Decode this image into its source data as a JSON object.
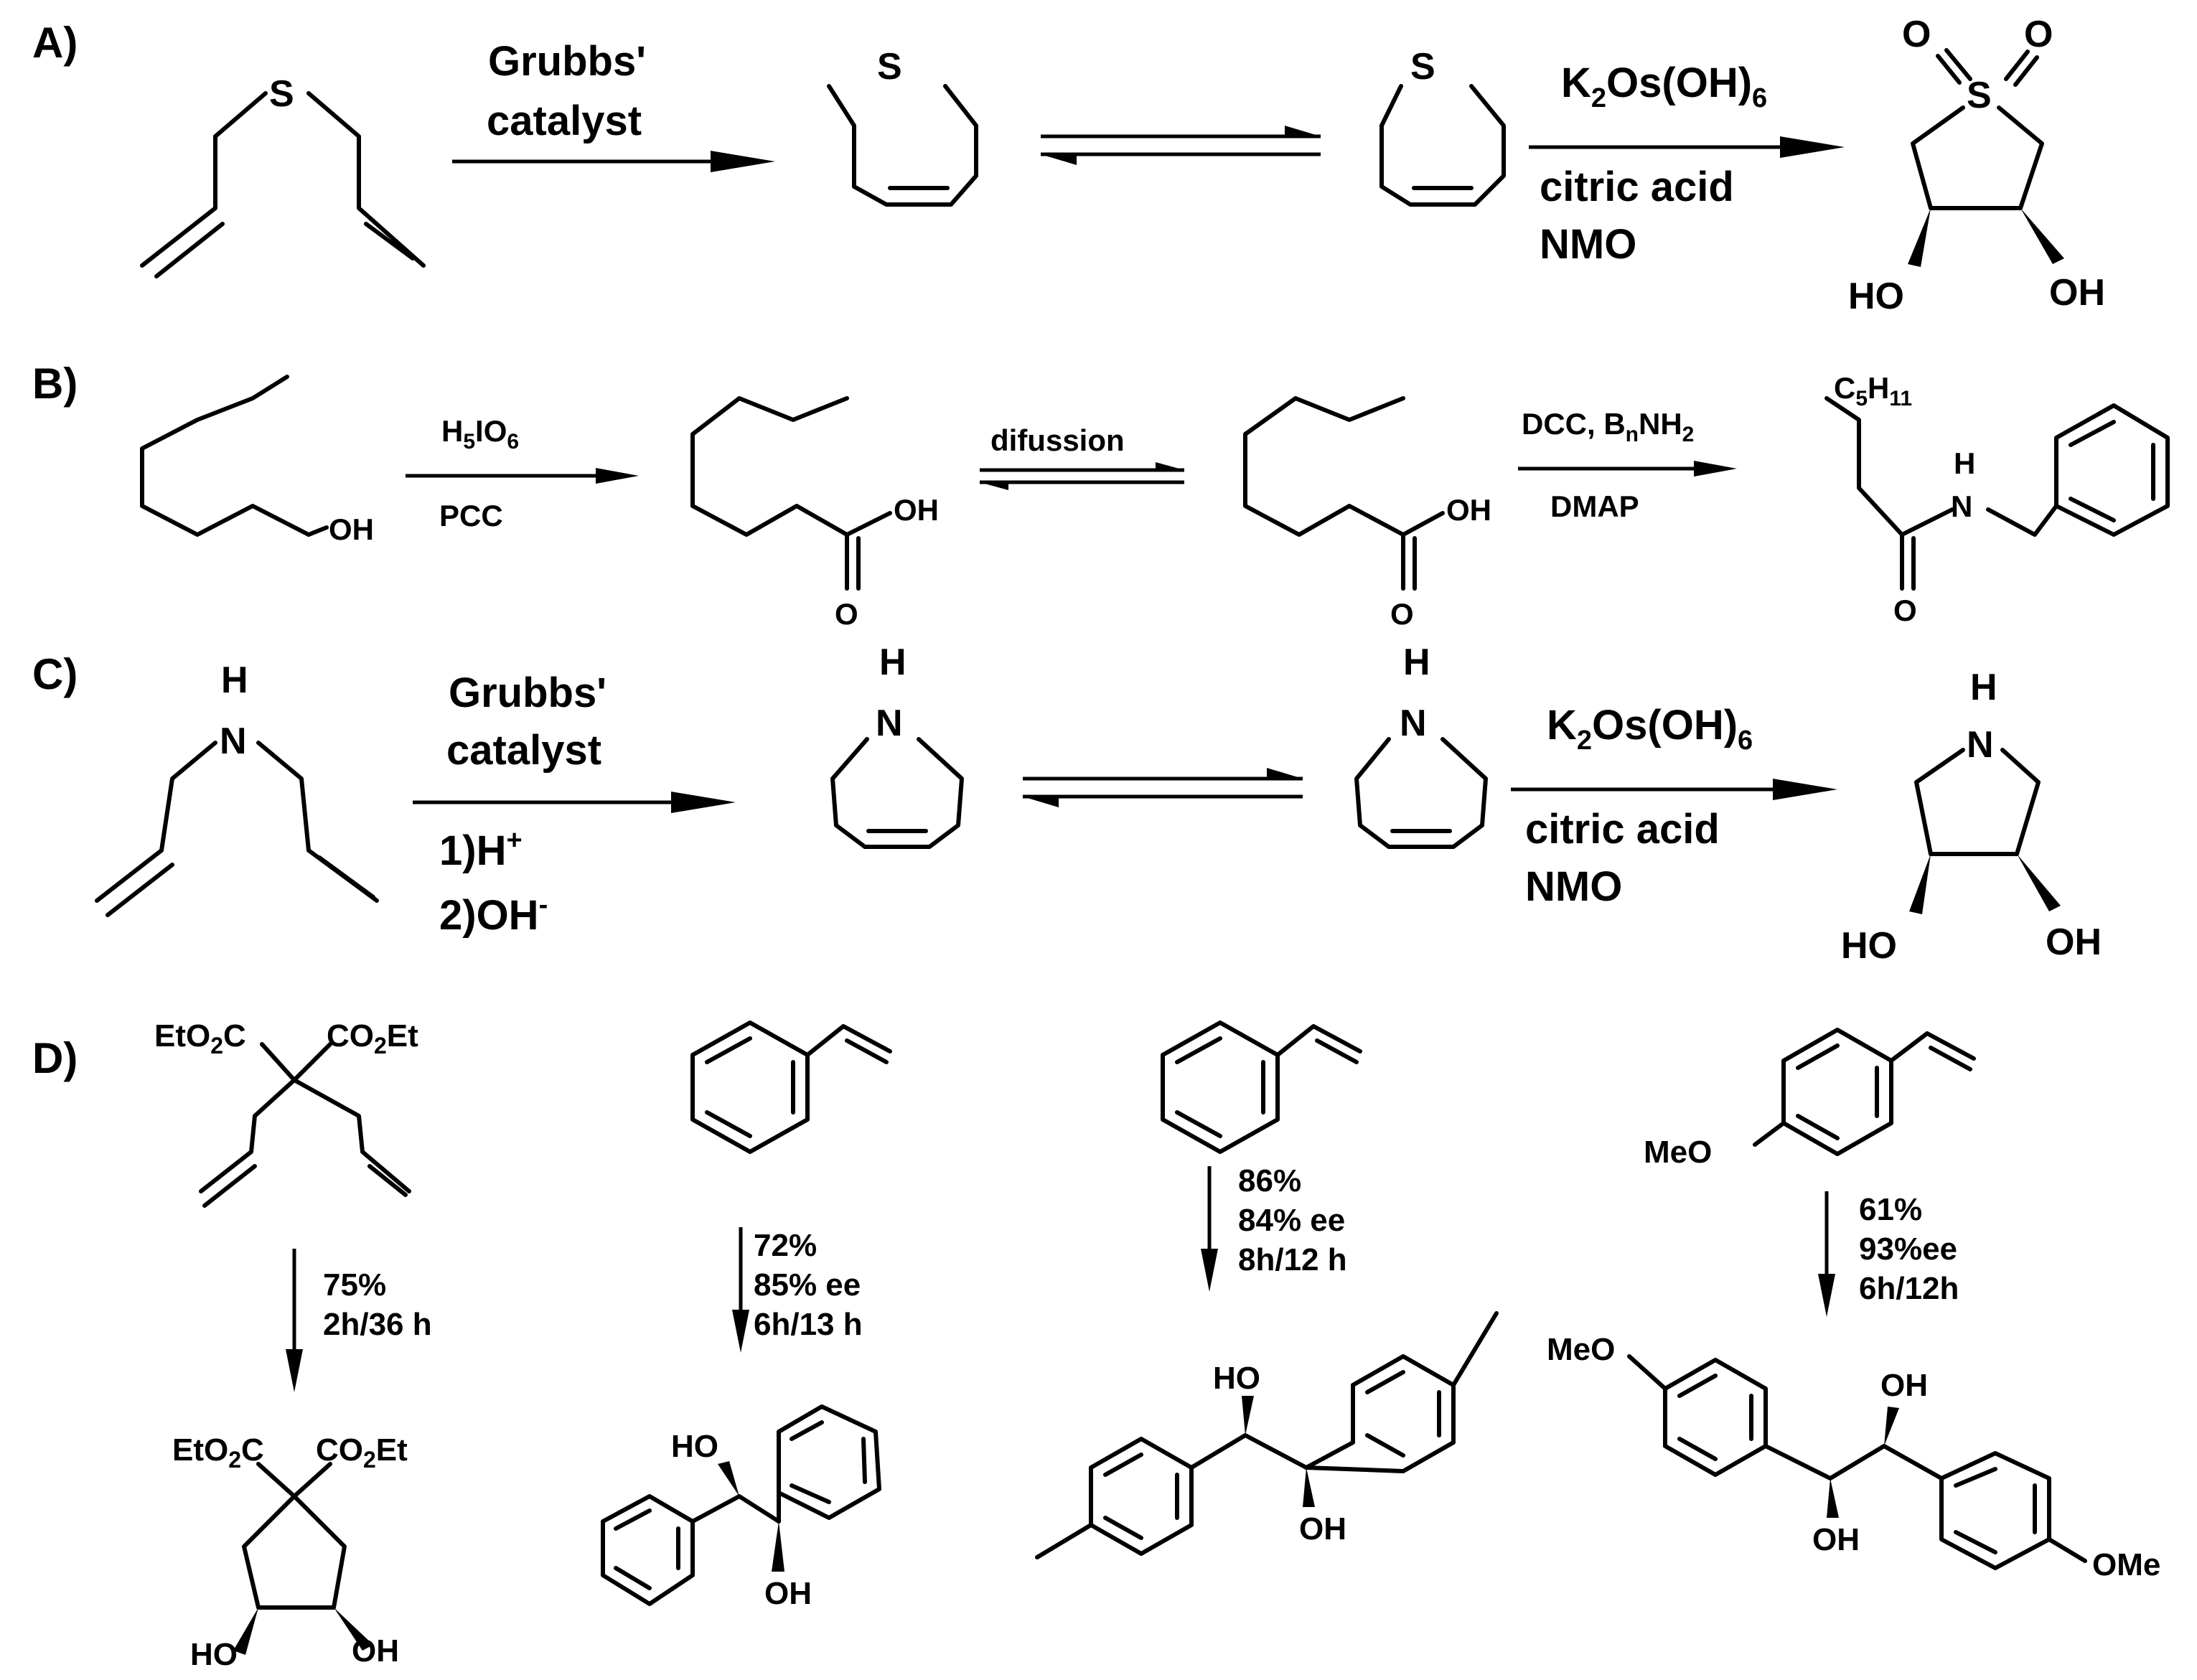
{
  "panels": {
    "A": {
      "label": "A)",
      "step1": {
        "line1": "Grubbs'",
        "line2": "catalyst"
      },
      "step2": {
        "reagent": "K2Os(OH)6",
        "line2": "citric acid",
        "line3": "NMO"
      },
      "atoms": {
        "S": "S",
        "O": "O",
        "OH": "OH",
        "HO": "HO"
      }
    },
    "B": {
      "label": "B)",
      "step1": {
        "top": "H5IO6",
        "bottom": "PCC"
      },
      "equilibrium": "difussion",
      "step2": {
        "top": "DCC, BnNH2",
        "bottom": "DMAP"
      },
      "atoms": {
        "OH": "OH",
        "O": "O",
        "C5H11": "C5H11",
        "H": "H",
        "N": "N"
      }
    },
    "C": {
      "label": "C)",
      "step1": {
        "line1": "Grubbs'",
        "line2": "catalyst",
        "line3": "1)H+",
        "line4": "2)OH-"
      },
      "step2": {
        "reagent": "K2Os(OH)6",
        "line2": "citric acid",
        "line3": "NMO"
      },
      "atoms": {
        "H": "H",
        "N": "N",
        "OH": "OH",
        "HO": "HO"
      }
    },
    "D": {
      "label": "D)",
      "reactions": [
        {
          "yield": "75%",
          "time": "2h/36 h"
        },
        {
          "yield": "72%",
          "ee": "85% ee",
          "time": "6h/13 h"
        },
        {
          "yield": "86%",
          "ee": "84% ee",
          "time": "8h/12 h"
        },
        {
          "yield": "61%",
          "ee": "93%ee",
          "time": "6h/12h"
        }
      ],
      "atoms": {
        "EtO2C": "EtO2C",
        "CO2Et": "CO2Et",
        "HO": "HO",
        "OH": "OH",
        "MeO": "MeO",
        "OMe": "OMe"
      }
    }
  }
}
